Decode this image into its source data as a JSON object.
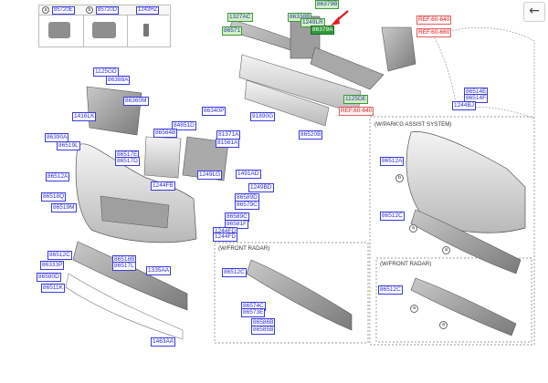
{
  "nav": {
    "back_icon": "←"
  },
  "legend": [
    {
      "letter": "a",
      "code": "85720E"
    },
    {
      "letter": "b",
      "code": "85720D"
    },
    {
      "letter": "",
      "code": "1243HZ"
    }
  ],
  "panels": {
    "park_assist": "(W/PARK'G ASSIST SYSTEM)",
    "front_radar_1": "(W/FRONT RADAR)",
    "front_radar_2": "(W/FRONT RADAR)"
  },
  "labels": [
    {
      "text": "86379B",
      "style": "green"
    },
    {
      "text": "1327AC",
      "style": "green"
    },
    {
      "text": "86338B",
      "style": "green"
    },
    {
      "text": "1249LR",
      "style": "green"
    },
    {
      "text": "86379A",
      "style": "selected"
    },
    {
      "text": "86571",
      "style": "green"
    },
    {
      "text": "1125DE",
      "style": "green"
    },
    {
      "text": "REF.60-640",
      "style": "ref"
    },
    {
      "text": "REF.60-660",
      "style": "ref"
    },
    {
      "text": "REF.60-640",
      "style": "ref"
    },
    {
      "text": "86514E",
      "style": "blue"
    },
    {
      "text": "86514F",
      "style": "blue"
    },
    {
      "text": "1244BJ",
      "style": "blue"
    },
    {
      "text": "1125GD",
      "style": "blue"
    },
    {
      "text": "86388A",
      "style": "blue"
    },
    {
      "text": "86360M",
      "style": "blue"
    },
    {
      "text": "1416LK",
      "style": "blue"
    },
    {
      "text": "86340P",
      "style": "blue"
    },
    {
      "text": "84851D",
      "style": "blue"
    },
    {
      "text": "86564B",
      "style": "blue"
    },
    {
      "text": "91890G",
      "style": "blue"
    },
    {
      "text": "86520B",
      "style": "blue"
    },
    {
      "text": "81371A",
      "style": "blue"
    },
    {
      "text": "81561A",
      "style": "blue"
    },
    {
      "text": "86390A",
      "style": "blue"
    },
    {
      "text": "86519L",
      "style": "blue"
    },
    {
      "text": "86517E",
      "style": "blue"
    },
    {
      "text": "86517D",
      "style": "blue"
    },
    {
      "text": "86512A",
      "style": "blue"
    },
    {
      "text": "1249LG",
      "style": "blue"
    },
    {
      "text": "1491AD",
      "style": "blue"
    },
    {
      "text": "1244FB",
      "style": "blue"
    },
    {
      "text": "1249BD",
      "style": "blue"
    },
    {
      "text": "86518Q",
      "style": "blue"
    },
    {
      "text": "86519M",
      "style": "blue"
    },
    {
      "text": "86589D",
      "style": "blue"
    },
    {
      "text": "86579C",
      "style": "blue"
    },
    {
      "text": "86589C",
      "style": "blue"
    },
    {
      "text": "86581F",
      "style": "blue"
    },
    {
      "text": "1244FD",
      "style": "blue"
    },
    {
      "text": "1244FD",
      "style": "blue"
    },
    {
      "text": "86512C",
      "style": "blue"
    },
    {
      "text": "86333P",
      "style": "blue"
    },
    {
      "text": "86580D",
      "style": "blue"
    },
    {
      "text": "86511K",
      "style": "blue"
    },
    {
      "text": "86518B",
      "style": "blue"
    },
    {
      "text": "86517L",
      "style": "blue"
    },
    {
      "text": "1335AA",
      "style": "blue"
    },
    {
      "text": "1463AA",
      "style": "blue"
    },
    {
      "text": "86512C",
      "style": "blue"
    },
    {
      "text": "86574C",
      "style": "blue"
    },
    {
      "text": "86573E",
      "style": "blue"
    },
    {
      "text": "86586B",
      "style": "blue"
    },
    {
      "text": "86585B",
      "style": "blue"
    },
    {
      "text": "86512A",
      "style": "blue"
    },
    {
      "text": "86512C",
      "style": "blue"
    },
    {
      "text": "86512C",
      "style": "blue"
    }
  ],
  "callout_letters": [
    {
      "text": "b"
    },
    {
      "text": "a"
    },
    {
      "text": "a"
    },
    {
      "text": "a"
    },
    {
      "text": "a"
    }
  ],
  "colors": {
    "selected": "#2f9a3a",
    "ref": "#e01f1f",
    "callout": "#3a3ae0",
    "arrow": "#e01f1f"
  }
}
